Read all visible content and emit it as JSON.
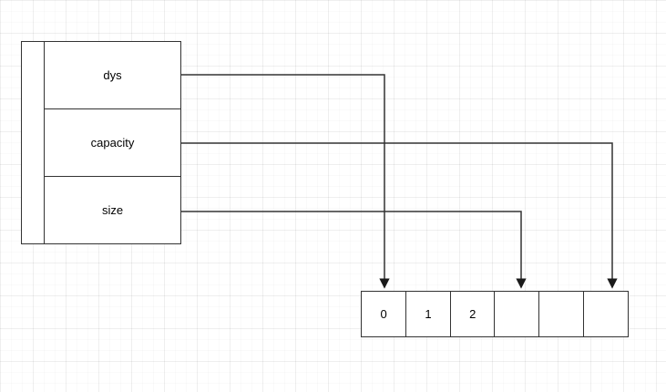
{
  "diagram": {
    "struct": {
      "fields": [
        {
          "label": "dys"
        },
        {
          "label": "capacity"
        },
        {
          "label": "size"
        }
      ]
    },
    "array": {
      "cells": [
        {
          "label": "0"
        },
        {
          "label": "1"
        },
        {
          "label": "2"
        },
        {
          "label": ""
        },
        {
          "label": ""
        },
        {
          "label": ""
        }
      ]
    },
    "connectors": [
      {
        "from": "dys",
        "to": "array-cell-0"
      },
      {
        "from": "capacity",
        "to": "array-cell-5"
      },
      {
        "from": "size",
        "to": "array-cell-3"
      }
    ],
    "colors": {
      "stroke": "#333333",
      "arrow": "#1a1a1a",
      "text": "#000000",
      "background": "#ffffff"
    }
  }
}
